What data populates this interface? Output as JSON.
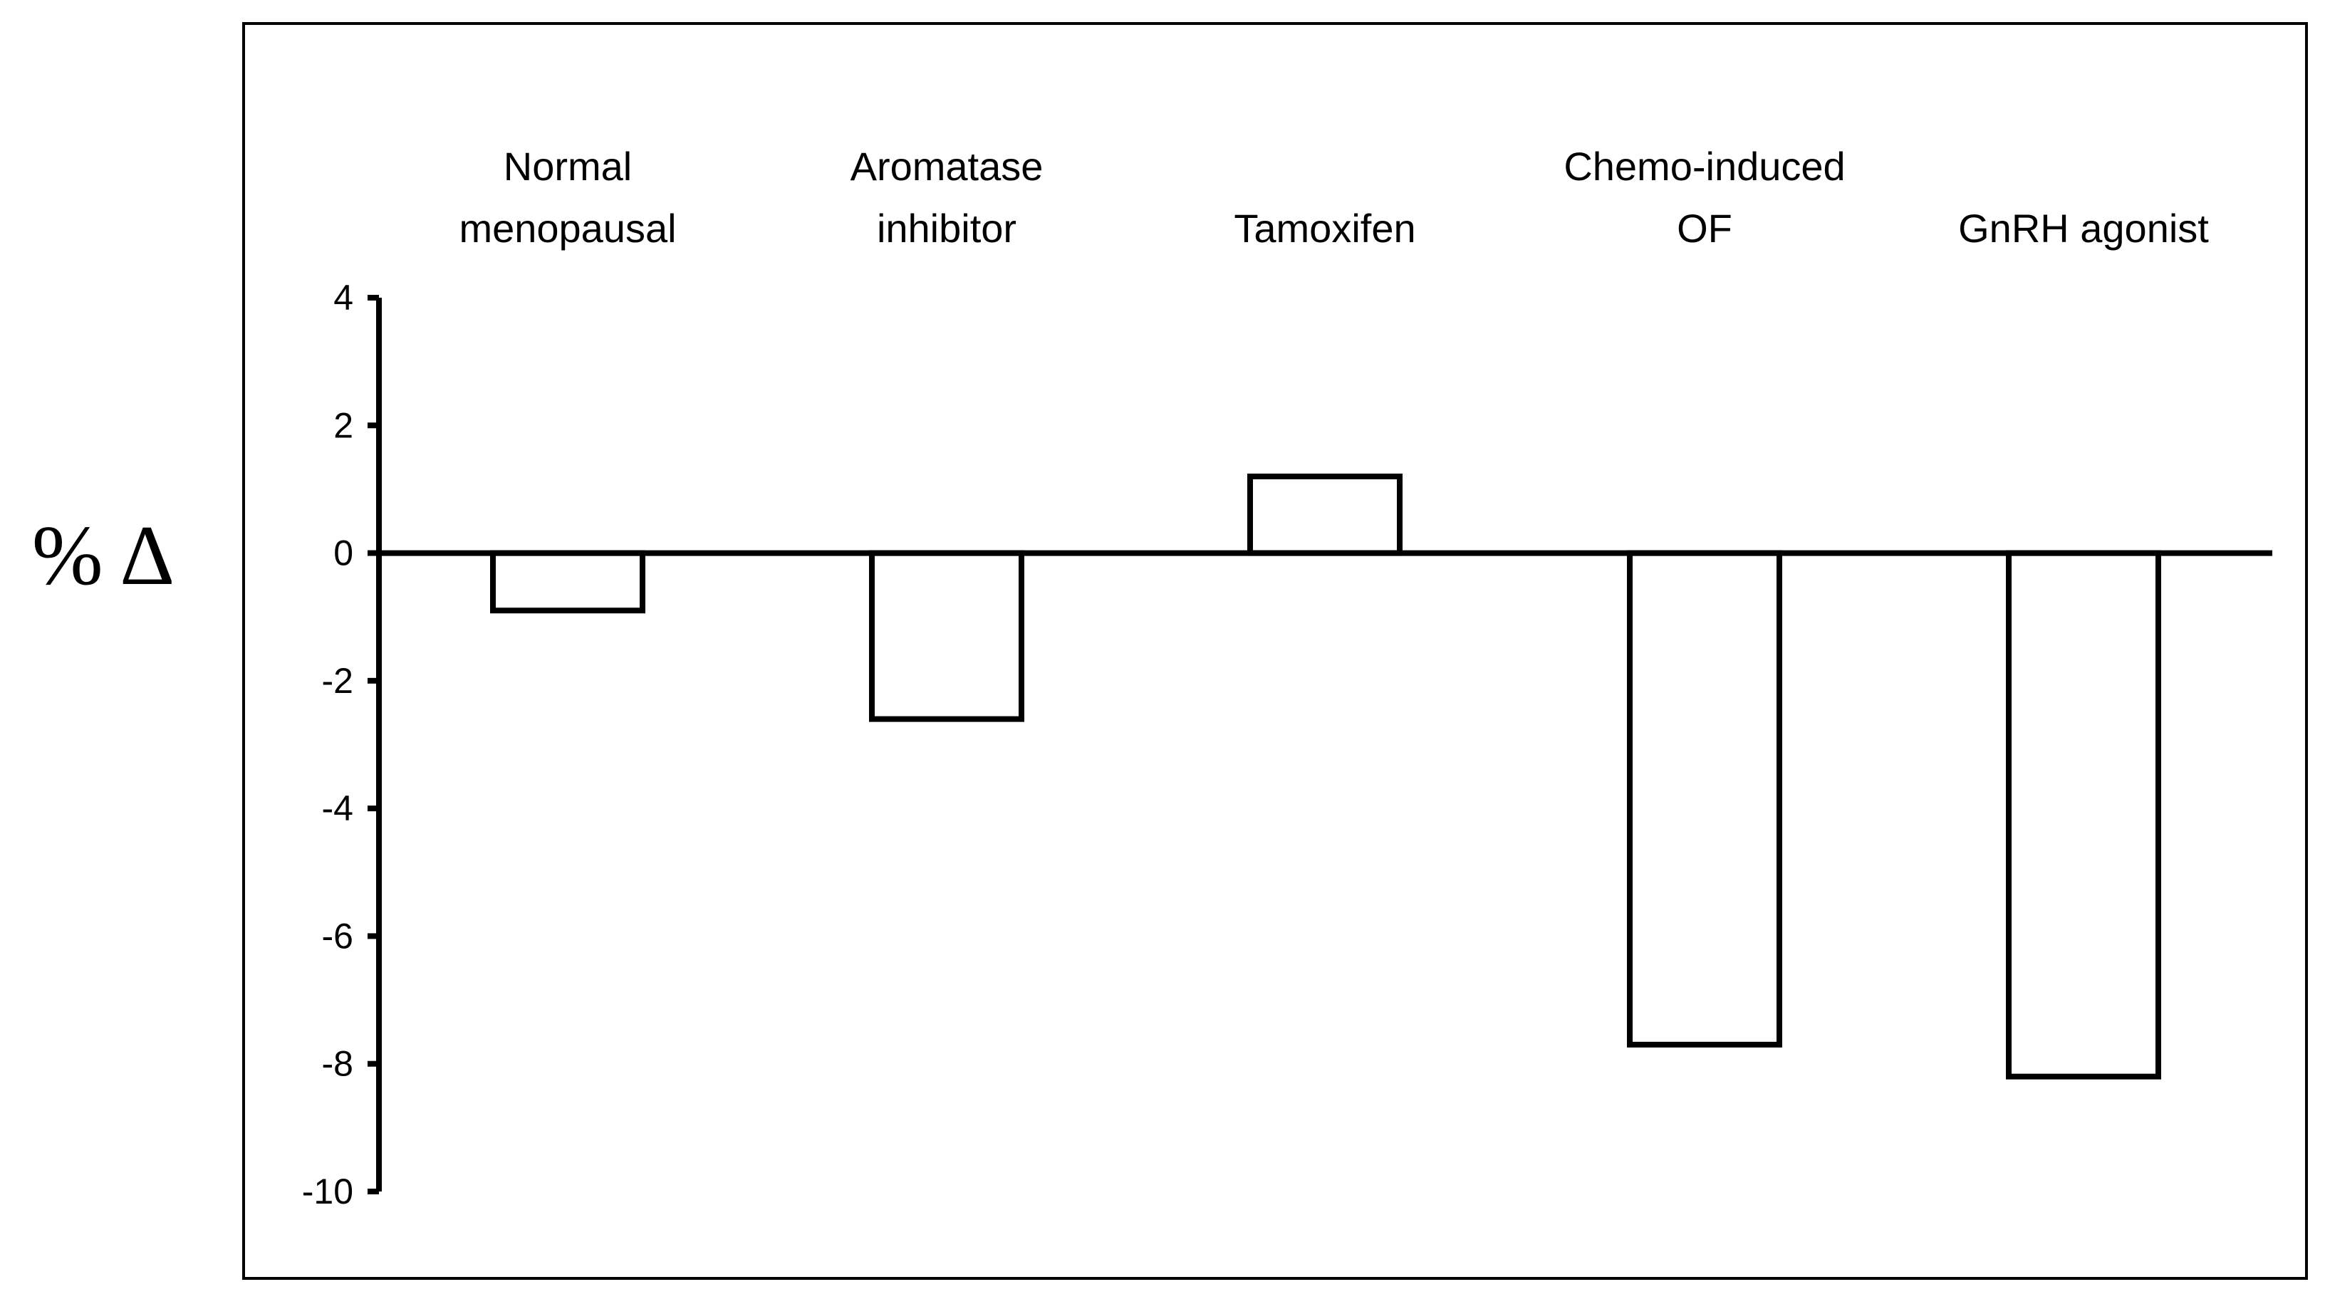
{
  "chart_data": {
    "type": "bar",
    "categories": [
      [
        "Normal",
        "menopausal"
      ],
      [
        "Aromatase",
        "inhibitor"
      ],
      [
        "Tamoxifen"
      ],
      [
        "Chemo-induced",
        "OF"
      ],
      [
        "GnRH agonist"
      ]
    ],
    "values": [
      -0.9,
      -2.6,
      1.2,
      -7.7,
      -8.2
    ],
    "title": "",
    "xlabel": "",
    "ylabel": "% Δ",
    "ylim": [
      -10,
      4
    ],
    "yticks": [
      4,
      2,
      0,
      -2,
      -4,
      -6,
      -8,
      -10
    ],
    "ytick_labels": [
      "4",
      "2",
      "0",
      "-2",
      "-4",
      "-6",
      "-8",
      "-10"
    ],
    "grid": false,
    "legend": "none",
    "bar_fill": "#ffffff",
    "bar_stroke": "#000000",
    "frame": true
  }
}
